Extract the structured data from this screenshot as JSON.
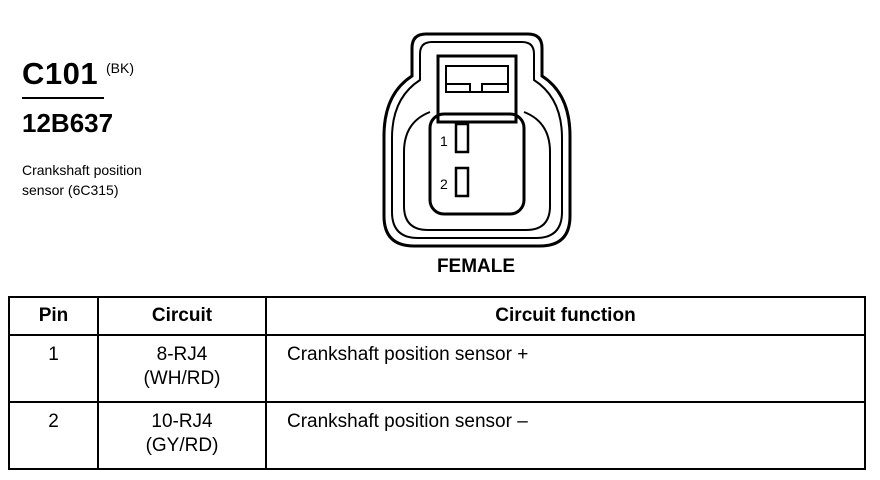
{
  "connector": {
    "id": "C101",
    "color_code": "(BK)",
    "part_number": "12B637",
    "description_lines": [
      "Crankshaft position",
      "sensor (6C315)"
    ],
    "gender_label": "FEMALE",
    "pin_labels": [
      "1",
      "2"
    ]
  },
  "table": {
    "headers": [
      "Pin",
      "Circuit",
      "Circuit function"
    ],
    "rows": [
      {
        "pin": "1",
        "circuit": "8-RJ4",
        "wire_color": "(WH/RD)",
        "function": "Crankshaft position sensor  +"
      },
      {
        "pin": "2",
        "circuit": "10-RJ4",
        "wire_color": "(GY/RD)",
        "function": "Crankshaft position sensor  –"
      }
    ]
  }
}
